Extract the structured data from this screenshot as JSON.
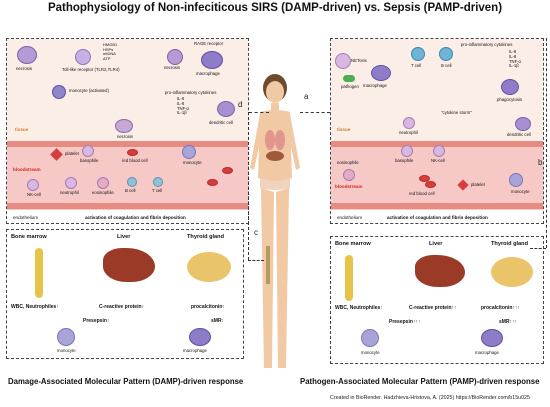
{
  "title": "Pathophysiology of Non-infeciticous SIRS (DAMP-driven) vs. Sepsis (PAMP-driven)",
  "left_panel": {
    "necrosis_1": "necrosis",
    "damp_molecules": "HMGB1\nHSPs\nmtDNA\nATP",
    "tlr": "Toll-like receptor (TLR2,TLR4)",
    "rage": "RAGE receptor",
    "necrosis_2": "necrosis",
    "macrophage": "macrophage",
    "monocyte_activated": "monocyte (activated)",
    "cytokines_title": "pro-inflammatory cytokines",
    "cytokines": "IL-6\nIL-8\nTNF-α\nIL-1β",
    "tissue": "tissue",
    "necrosis_3": "necrosis",
    "dendritic": "dendritic cell",
    "platelet": "platelet",
    "basophile": "basophile",
    "rbc": "red blood cell",
    "monocyte": "monocyte",
    "bloodstream": "bloodstream",
    "nk": "NK-cell",
    "neutrophil": "neutrophil",
    "eosinophile": "eosinophile",
    "bcell": "B cell",
    "tcell": "T cell",
    "endothelium": "endothelium",
    "coag": "activation of coagulation and fibrin deposition"
  },
  "right_panel": {
    "netosis": "NETosis",
    "pathogen": "pathogen",
    "macrophage": "macrophage",
    "tcell": "T cell",
    "bcell": "B cell",
    "cytokines_title": "pro-inflammatory cytokines",
    "cytokines": "IL-6\nIL-8\nTNF-α\nIL-1β",
    "phagocytosis": "phagocytosis",
    "cytokine_storm": "\"cytokine storm\"",
    "tissue": "tissue",
    "neutrophil": "neutrophil",
    "dendritic": "dendritic cell",
    "eosinophile": "eosinophile",
    "basophile": "basophile",
    "nk": "NK-cell",
    "bloodstream": "bloodstream",
    "rbc": "red blood cell",
    "platelet": "platelet",
    "monocyte": "monocyte",
    "endothelium": "endothelium",
    "coag": "activation of coagulation and fibrin deposition"
  },
  "left_bottom": {
    "bone_marrow": "Bone marrow",
    "liver": "Liver",
    "thyroid": "Thyroid gland",
    "wbc": "WBC, Neutrophiles↑",
    "crp": "C-reactive protein↑",
    "pct": "procalcitonin↑",
    "presepsin": "Presepsin↑",
    "smr": "sMR↑",
    "monocyte": "monocyte",
    "macrophage": "macrophage"
  },
  "right_bottom": {
    "bone_marrow": "Bone marrow",
    "liver": "Liver",
    "thyroid": "Thyroid gland",
    "wbc": "WBC, Neutrophiles↑",
    "crp": "C-reactive protein↑↑",
    "pct": "procalcitonin↑↑↑",
    "presepsin": "Presepsin↑↑↑",
    "smr": "sMR↑↑↑",
    "monocyte": "monocyte",
    "macrophage": "macrophage"
  },
  "letters": {
    "a": "a",
    "b": "b",
    "c": "c",
    "d": "d"
  },
  "footer_left": "Damage-Associated Molecular Pattern (DAMP)-driven response",
  "footer_right": "Pathogen-Associated Molecular Pattern (PAMP)-driven response",
  "credit": "Created in BioRender. Hadzhieva-Hristova, A. (2025) https://BioRender.com/b15u025"
}
